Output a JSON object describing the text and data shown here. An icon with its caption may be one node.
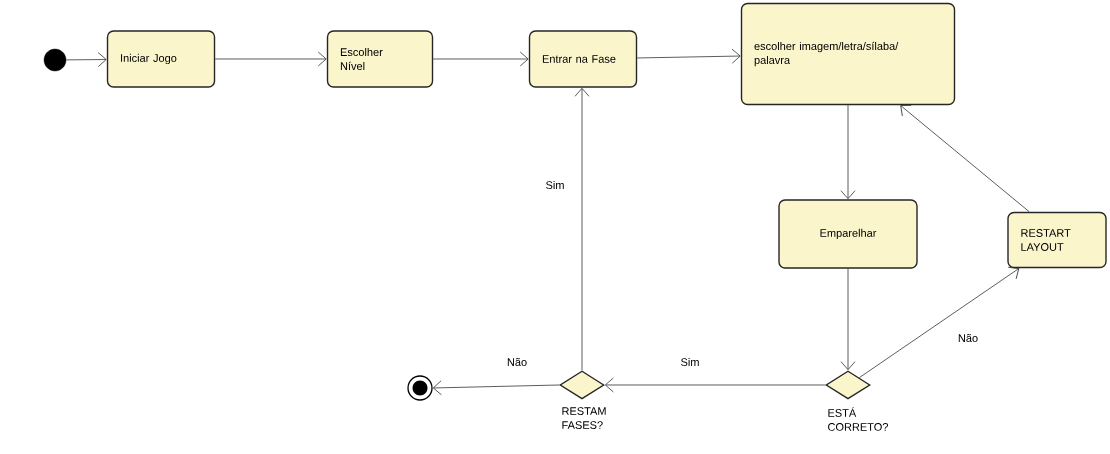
{
  "diagram": {
    "nodes": [
      {
        "text": [],
        "shape": "circle"
      },
      {
        "text": [
          "Iniciar Jogo"
        ]
      },
      {
        "text": [
          "Escolher Nível"
        ]
      },
      {
        "text": [
          "Entrar na Fase"
        ]
      },
      {
        "text": [
          "escolher imagem/letra/sílaba/ palavra"
        ]
      },
      {
        "text": [
          "Emparelhar"
        ]
      },
      {
        "text": [
          "RESTART LAYOUT"
        ]
      },
      {
        "text": [
          "ESTÁ CORRETO?"
        ]
      },
      {
        "text": [
          "RESTAM FASES?"
        ]
      },
      {
        "text": [],
        "shape": "circle"
      }
    ],
    "edges": [
      {
        "from": 0,
        "to": 1,
        "arrow": "to"
      },
      {
        "from": 1,
        "to": 2,
        "arrow": "to"
      },
      {
        "from": 2,
        "to": 3,
        "arrow": "to"
      },
      {
        "from": 3,
        "to": 4,
        "arrow": "to"
      },
      {
        "from": 4,
        "to": 5,
        "arrow": "to"
      },
      {
        "from": 5,
        "to": 7,
        "arrow": "to"
      },
      {
        "from": 7,
        "to": 6,
        "label": "Não",
        "arrow": "to"
      },
      {
        "from": 6,
        "to": 4,
        "arrow": "to"
      },
      {
        "from": 7,
        "to": 8,
        "label": "Sim",
        "arrow": "to"
      },
      {
        "from": 8,
        "to": 3,
        "label": "Sim",
        "arrow": "to"
      },
      {
        "from": 8,
        "to": 9,
        "label": "Não",
        "arrow": "to"
      }
    ]
  }
}
